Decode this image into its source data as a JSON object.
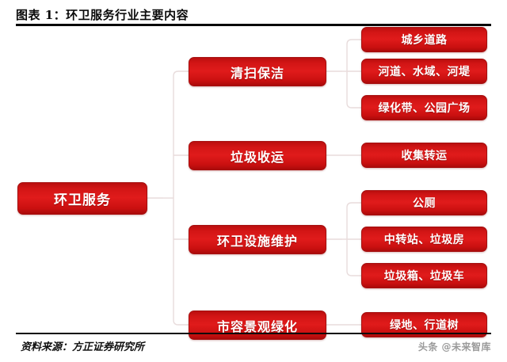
{
  "header": {
    "title": "图表 1：环卫服务行业主要内容"
  },
  "footer": {
    "source": "资料来源：方正证券研究所",
    "watermark": "头条 @未来智库"
  },
  "colors": {
    "node_fill": "#d21515",
    "node_border": "#a51010",
    "node_text": "#ffffff",
    "connector": "#e8dcdc",
    "rule": "#0a0a0a",
    "watermark_text": "#9a9a9a",
    "page_background": "#ffffff"
  },
  "diagram": {
    "type": "tree",
    "orientation": "left-to-right",
    "root": {
      "label": "环卫服务"
    },
    "branches": [
      {
        "label": "清扫保洁",
        "children": [
          {
            "label": "城乡道路"
          },
          {
            "label": "河道、水域、河堤"
          },
          {
            "label": "绿化带、公园广场"
          }
        ]
      },
      {
        "label": "垃圾收运",
        "children": [
          {
            "label": "收集转运"
          }
        ]
      },
      {
        "label": "环卫设施维护",
        "children": [
          {
            "label": "公厕"
          },
          {
            "label": "中转站、垃圾房"
          },
          {
            "label": "垃圾箱、垃圾车"
          }
        ]
      },
      {
        "label": "市容景观绿化",
        "children": [
          {
            "label": "绿地、行道树"
          }
        ]
      }
    ]
  }
}
